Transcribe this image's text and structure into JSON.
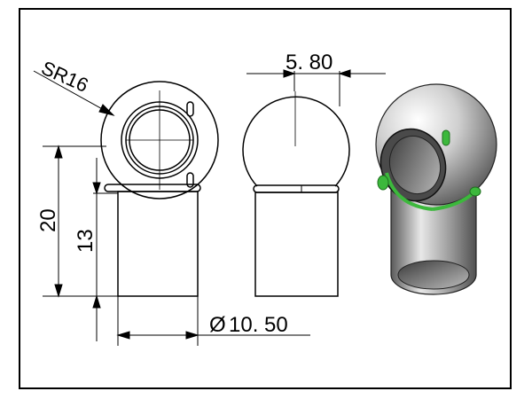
{
  "drawing": {
    "dimensions": {
      "sphere_radius": "SR16",
      "top_width": "5. 80",
      "total_height": "20",
      "shank_height": "13",
      "shank_diameter": "10. 50",
      "diameter_symbol": "Ø"
    },
    "colors": {
      "line": "#000000",
      "frame": "#000000",
      "accent_green": "#3cb83c",
      "metal_light": "#f4f4f4",
      "metal_dark": "#6e6e6e"
    }
  }
}
